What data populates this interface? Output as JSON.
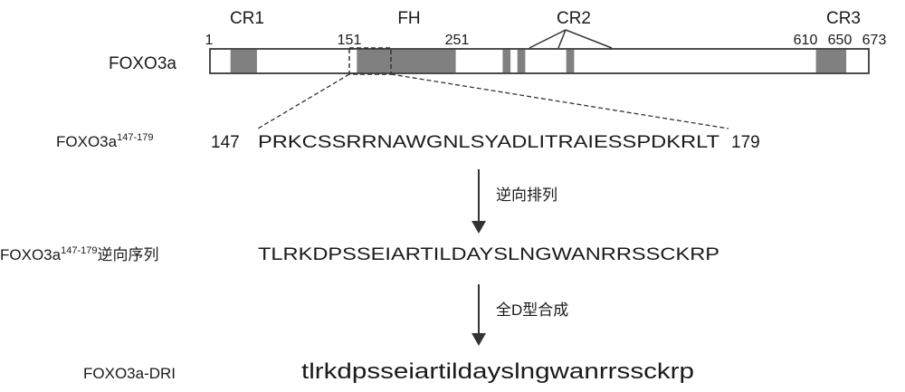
{
  "protein": {
    "name": "FOXO3a",
    "length": 673,
    "domain_labels": {
      "cr1": "CR1",
      "fh": "FH",
      "cr2": "CR2",
      "cr3": "CR3"
    },
    "positions": {
      "p1": "1",
      "p151": "151",
      "p251": "251",
      "p610": "610",
      "p650": "650",
      "p673": "673"
    },
    "domains": [
      {
        "start": 22,
        "end": 48
      },
      {
        "start": 151,
        "end": 251
      },
      {
        "start": 300,
        "end": 307
      },
      {
        "start": 315,
        "end": 322
      },
      {
        "start": 365,
        "end": 372
      },
      {
        "start": 620,
        "end": 650
      }
    ]
  },
  "fragment": {
    "label_main": "FOXO3a",
    "label_sup": "147-179",
    "start": "147",
    "end": "179",
    "sequence": "PRKCSSRRNAWGNLSYADLITRAIESSPDKRLT"
  },
  "step1": {
    "label": "逆向排列"
  },
  "reverse": {
    "label_main": "FOXO3a",
    "label_sup": "147-179",
    "label_suffix": "逆向序列",
    "sequence": "TLRKDPSSEIARTILDAYSLNGWANRRSSCKRP"
  },
  "step2": {
    "label": "全D型合成"
  },
  "dri": {
    "label": "FOXO3a-DRI",
    "sequence": "tlrkdpsseiartildayslngwanrrssckrp"
  },
  "colors": {
    "domain_fill": "#808080",
    "line": "#333333",
    "text": "#1a1a1a"
  }
}
